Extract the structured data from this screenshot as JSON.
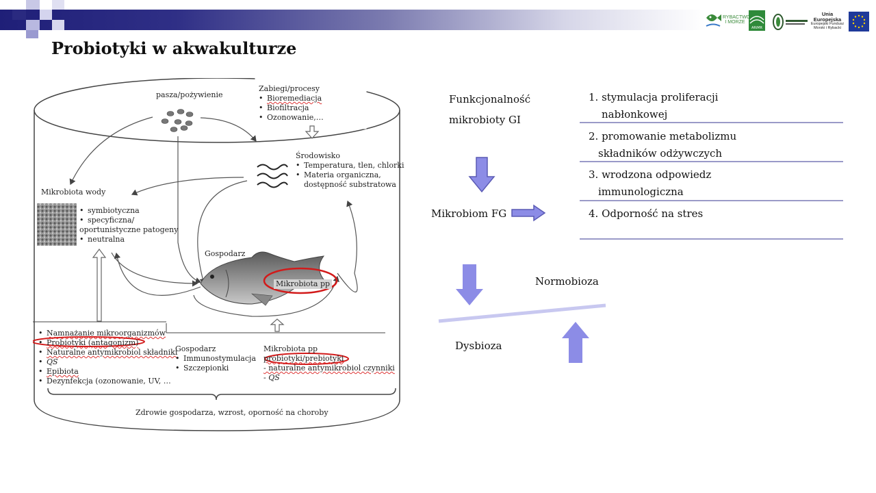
{
  "title": "Probiotyki w akwakulturze",
  "logos": {
    "rybactwo": "RYBACTWO I MORZE",
    "arimr": "ARiMR",
    "eu_line1": "Unia Europejska",
    "eu_line2": "Europejski Fundusz",
    "eu_line3": "Morski i Rybacki"
  },
  "diagram": {
    "feed": "pasza/pożywienie",
    "treatments_title": "Zabiegi/procesy",
    "treatments": [
      "Bioremediacja",
      "Biofiltracja",
      "Ozonowanie,…"
    ],
    "environment_title": "Środowisko",
    "environment": [
      "Temperatura, tlen, chlorki",
      "Materia organiczna,",
      "dostępność substratowa"
    ],
    "water_microbiota_title": "Mikrobiota wody",
    "water_microbiota_items": [
      "symbiotyczna",
      "specyficzna/",
      "oportunistyczne patogeny",
      "neutralna"
    ],
    "host_label": "Gospodarz",
    "fish_microbiota": "Mikrobiota pp",
    "left_box": [
      "Namnażanie mikroorganizmów",
      "Probiotyki (antagonizm)",
      "Naturalne antymikrobiol składniki",
      "QS",
      "Epibiota",
      "Dezynfekcja (ozonowanie, UV, …"
    ],
    "host_box_title": "Gospodarz",
    "host_box_items": [
      "Immunostymulacja",
      "Szczepionki"
    ],
    "micro_box_title": "Mikrobiota pp",
    "micro_box_items": [
      "probiotyki/prebiotyki",
      "- naturalne antymikrobiol czynniki",
      "- QS"
    ],
    "bottom_caption": "Zdrowie gospodarza, wzrost, oporność na choroby"
  },
  "right": {
    "func_line1": "Funkcjonalność",
    "func_line2": "mikrobioty GI",
    "microbiome": "Mikrobiom FG",
    "list": [
      {
        "line1": "1. stymulacja proliferacji",
        "line2": "nabłonkowej"
      },
      {
        "line1": "2. promowanie metabolizmu",
        "line2": "składników odżywczych"
      },
      {
        "line1": "3. wrodzona odpowiedz",
        "line2": "immunologiczna"
      },
      {
        "line1": "4. Odporność na stres",
        "line2": ""
      }
    ],
    "normobioza": "Normobioza",
    "dysbioza": "Dysbioza"
  },
  "colors": {
    "accent": "#8c8ce6",
    "rule": "#9a9ac8",
    "header_dark": "#1f1f78",
    "highlight_red": "#d21a1a"
  }
}
